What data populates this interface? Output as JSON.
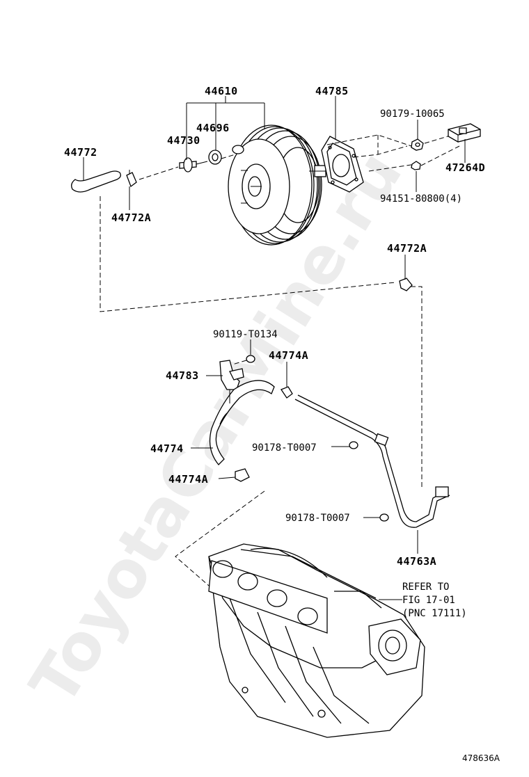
{
  "watermark": "ToyotaCarMine.ru",
  "figure_id": "478636A",
  "labels": {
    "p44610": "44610",
    "p44785": "44785",
    "p90179": "90179-10065",
    "p44696": "44696",
    "p44730": "44730",
    "p44772": "44772",
    "p47264D": "47264D",
    "p44772A_top": "44772A",
    "p94151": "94151-80800(4)",
    "p44772A_mid": "44772A",
    "p90119": "90119-T0134",
    "p44774A_top": "44774A",
    "p44783": "44783",
    "p44774": "44774",
    "p90178_a": "90178-T0007",
    "p44774A_bot": "44774A",
    "p90178_b": "90178-T0007",
    "p44763A": "44763A"
  },
  "refer": {
    "line1": "REFER TO",
    "line2": "FIG 17-01",
    "line3": "(PNC 17111)"
  }
}
